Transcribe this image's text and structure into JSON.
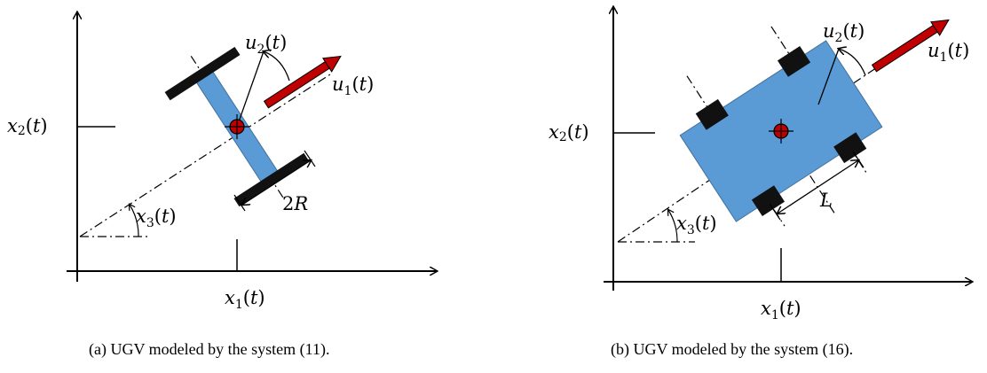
{
  "panels": [
    {
      "id": "a",
      "caption": "(a) UGV modeled by the system (11).",
      "labels": {
        "x1": "x1(t)",
        "x2": "x2(t)",
        "x3": "x3(t)",
        "u1": "u1(t)",
        "u2": "u2(t)",
        "dim": "2R"
      }
    },
    {
      "id": "b",
      "caption": "(b) UGV modeled by the system (16).",
      "labels": {
        "x1": "x1(t)",
        "x2": "x2(t)",
        "x3": "x3(t)",
        "u1": "u1(t)",
        "u2": "u2(t)",
        "dim": "L"
      }
    }
  ],
  "colors": {
    "body": "#5b9bd5",
    "body_edge": "#41719c",
    "wheel": "#111111",
    "arrow": "#c00000",
    "center": "#c00000"
  }
}
